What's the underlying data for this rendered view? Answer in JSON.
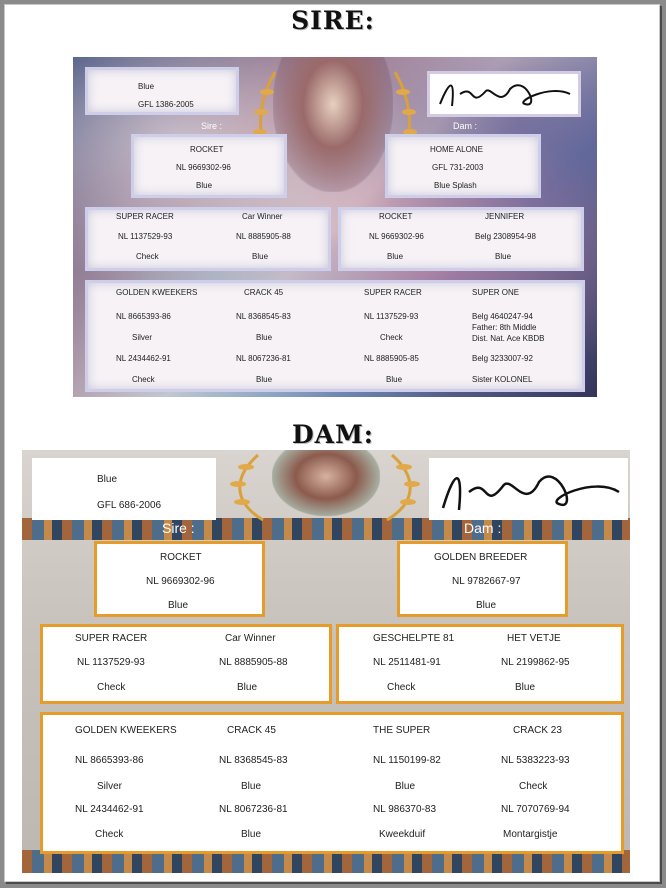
{
  "sire_section": {
    "heading": "SIRE:",
    "top_left": {
      "color": "Blue",
      "ring": "GFL 1386-2005"
    },
    "sire_label": "Sire :",
    "dam_label": "Dam :",
    "parent_sire": {
      "name": "ROCKET",
      "ring": "NL 9669302-96",
      "color": "Blue"
    },
    "parent_dam": {
      "name": "HOME  ALONE",
      "ring": "GFL 731-2003",
      "color": "Blue Splash"
    },
    "grandparents": [
      {
        "name": "SUPER RACER",
        "ring": "NL 1137529-93",
        "color": "Check"
      },
      {
        "name": "Car Winner",
        "ring": "NL 8885905-88",
        "color": "Blue"
      },
      {
        "name": "ROCKET",
        "ring": "NL 9669302-96",
        "color": "Blue"
      },
      {
        "name": "JENNIFER",
        "ring": "Belg 2308954-98",
        "color": "Blue"
      }
    ],
    "great_grandparents": {
      "col1": {
        "name": "GOLDEN KWEEKERS",
        "ring1": "NL 8665393-86",
        "color1": "Silver",
        "ring2": "NL 2434462-91",
        "color2": "Check"
      },
      "col2": {
        "name": "CRACK 45",
        "ring1": "NL 8368545-83",
        "color1": "Blue",
        "ring2": "NL 8067236-81",
        "color2": "Blue"
      },
      "col3": {
        "name": "SUPER  RACER",
        "ring1": "NL 1137529-93",
        "color1": "Check",
        "ring2": "NL 8885905-85",
        "color2": "Blue"
      },
      "col4": {
        "name": "SUPER  ONE",
        "ring1": "Belg 4640247-94",
        "note1": "Father:  8th Middle",
        "note2": "Dist. Nat. Ace KBDB",
        "ring2": "Belg 3233007-92",
        "color2": "Sister KOLONEL"
      }
    }
  },
  "dam_section": {
    "heading": "DAM:",
    "top_left": {
      "color": "Blue",
      "ring": "GFL 686-2006"
    },
    "sire_label": "Sire :",
    "dam_label": "Dam :",
    "parent_sire": {
      "name": "ROCKET",
      "ring": "NL 9669302-96",
      "color": "Blue"
    },
    "parent_dam": {
      "name": "GOLDEN  BREEDER",
      "ring": "NL 9782667-97",
      "color": "Blue"
    },
    "grandparents": [
      {
        "name": "SUPER RACER",
        "ring": "NL 1137529-93",
        "color": "Check"
      },
      {
        "name": "Car Winner",
        "ring": "NL 8885905-88",
        "color": "Blue"
      },
      {
        "name": "GESCHELPTE 81",
        "ring": "NL 2511481-91",
        "color": "Check"
      },
      {
        "name": "HET VETJE",
        "ring": "NL 2199862-95",
        "color": "Blue"
      }
    ],
    "great_grandparents": {
      "col1": {
        "name": "GOLDEN KWEEKERS",
        "ring1": "NL 8665393-86",
        "color1": "Silver",
        "ring2": "NL 2434462-91",
        "color2": "Check"
      },
      "col2": {
        "name": "CRACK 45",
        "ring1": "NL 8368545-83",
        "color1": "Blue",
        "ring2": "NL 8067236-81",
        "color2": "Blue"
      },
      "col3": {
        "name": "THE SUPER",
        "ring1": "NL 1150199-82",
        "color1": "Blue",
        "ring2": "NL 986370-83",
        "color2": "Kweekduif"
      },
      "col4": {
        "name": "CRACK 23",
        "ring1": "NL 5383223-93",
        "color1": "Check",
        "ring2": "NL 7070769-94",
        "color2": "Montargistje"
      }
    }
  },
  "colors": {
    "dam_box_border": "#e59c2a",
    "sire_box_border": "#bebee6"
  }
}
